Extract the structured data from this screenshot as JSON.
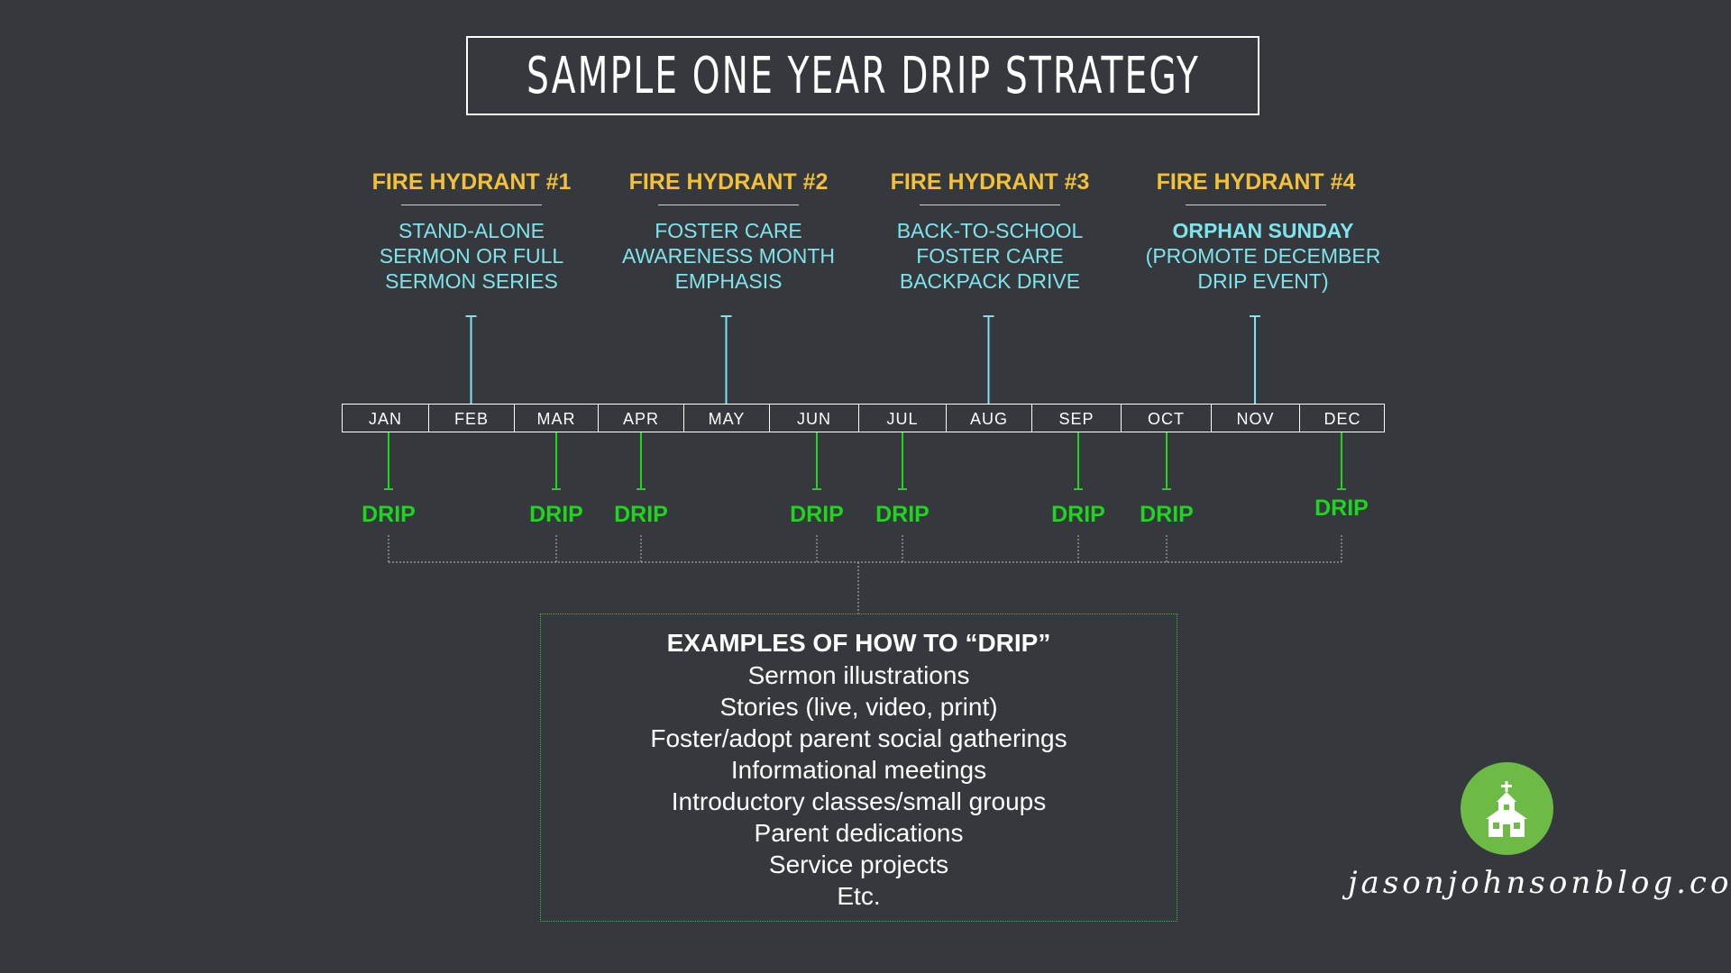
{
  "title": "SAMPLE ONE YEAR DRIP STRATEGY",
  "colors": {
    "background": "#35383d",
    "hydrant_title": "#f2c03b",
    "hydrant_desc": "#7fe3ea",
    "drip": "#1ed61e",
    "connector_cyan": "#7fe3ea",
    "logo_green": "#6dbb44"
  },
  "hydrants": [
    {
      "title": "FIRE HYDRANT #1",
      "lines": [
        "STAND-ALONE",
        "SERMON OR FULL",
        "SERMON SERIES"
      ],
      "month": "FEB"
    },
    {
      "title": "FIRE HYDRANT #2",
      "lines": [
        "FOSTER CARE",
        "AWARENESS MONTH",
        "EMPHASIS"
      ],
      "month": "MAY"
    },
    {
      "title": "FIRE HYDRANT #3",
      "lines": [
        "BACK-TO-SCHOOL",
        "FOSTER CARE",
        "BACKPACK DRIVE"
      ],
      "month": "AUG"
    },
    {
      "title": "FIRE HYDRANT #4",
      "lines": [
        "ORPHAN SUNDAY",
        "(PROMOTE DECEMBER",
        "DRIP EVENT)"
      ],
      "month": "NOV"
    }
  ],
  "months": [
    "JAN",
    "FEB",
    "MAR",
    "APR",
    "MAY",
    "JUN",
    "JUL",
    "AUG",
    "SEP",
    "OCT",
    "NOV",
    "DEC"
  ],
  "drip_label": "DRIP",
  "drip_months": [
    "JAN",
    "MAR",
    "APR",
    "JUN",
    "JUL",
    "SEP",
    "OCT",
    "DEC"
  ],
  "examples": {
    "title": "EXAMPLES OF HOW TO “DRIP”",
    "items": [
      "Sermon illustrations",
      "Stories (live, video, print)",
      "Foster/adopt parent social gatherings",
      "Informational meetings",
      "Introductory classes/small groups",
      "Parent dedications",
      "Service projects",
      "Etc."
    ]
  },
  "logo": {
    "icon": "church-icon"
  },
  "website": "jasonjohnsonblog.com"
}
